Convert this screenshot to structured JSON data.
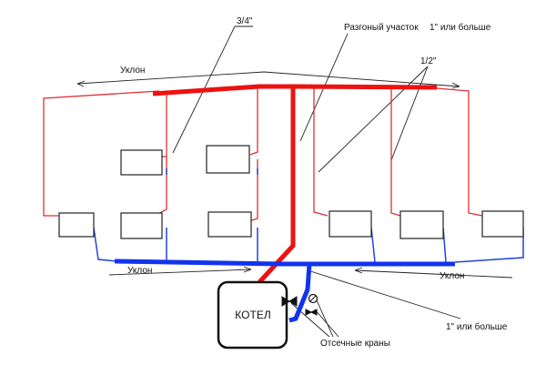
{
  "labels": {
    "pipe_three_quarter": "3/4\"",
    "accel_section": "Разгоный участок",
    "one_inch_top": "1\" или больше",
    "half_inch": "1/2\"",
    "slope_top": "Уклон",
    "slope_bottom_left": "Уклон",
    "slope_bottom_right": "Уклон",
    "one_inch_bottom": "1\" или больше",
    "boiler": "КОТЕЛ",
    "shutoff_valves": "Отсечные краны"
  },
  "colors": {
    "supply": "#ee1111",
    "return": "#1133ee",
    "line": "#222222"
  }
}
